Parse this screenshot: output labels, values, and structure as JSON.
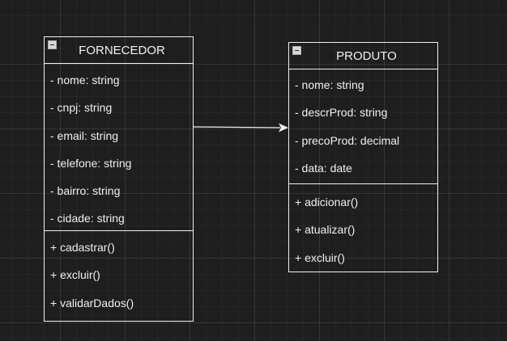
{
  "classes": {
    "fornecedor": {
      "name": "FORNECEDOR",
      "attributes": [
        "- nome: string",
        "- cnpj: string",
        "- email: string",
        "- telefone: string",
        "- bairro: string",
        "- cidade: string"
      ],
      "operations": [
        "+ cadastrar()",
        "+ excluir()",
        "+ validarDados()"
      ]
    },
    "produto": {
      "name": "PRODUTO",
      "attributes": [
        "- nome: string",
        "- descrProd: string",
        "- precoProd: decimal",
        "- data: date"
      ],
      "operations": [
        "+ adicionar()",
        "+ atualizar()",
        "+ excluir()"
      ]
    }
  },
  "relations": [
    {
      "from": "FORNECEDOR",
      "to": "PRODUTO",
      "type": "directed-association"
    }
  ],
  "colors": {
    "background": "#1e1e1e",
    "line": "#f0f0f0",
    "text": "#f0f0f0"
  }
}
